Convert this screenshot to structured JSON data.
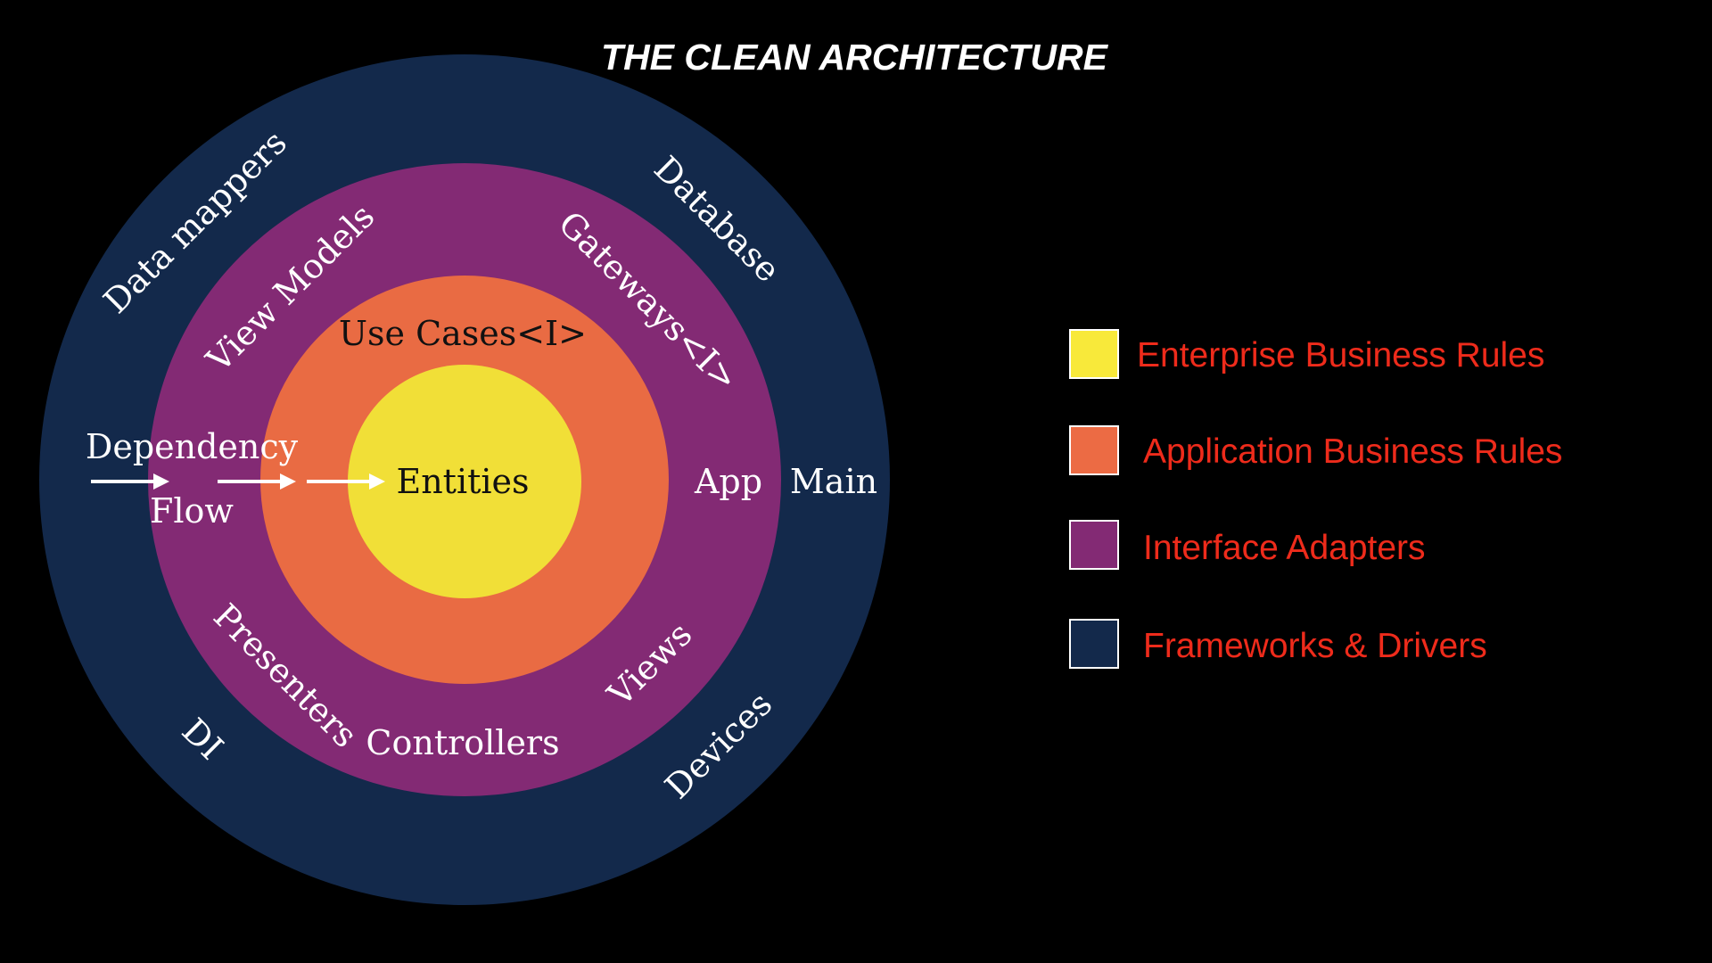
{
  "title": "THE CLEAN ARCHITECTURE",
  "colors": {
    "background": "#000000",
    "frameworks_drivers": "#13294b",
    "interface_adapters": "#832a74",
    "application_rules": "#e96b43",
    "enterprise_rules": "#f1df37",
    "legend_text": "#ee2b1b",
    "label_light": "#ffffff",
    "label_dark": "#111111",
    "legend_swatch_border": "#ffffff"
  },
  "rings": {
    "frameworks": {
      "data_mappers": "Data mappers",
      "database": "Database",
      "main": "Main",
      "devices": "Devices",
      "di": "DI"
    },
    "adapters": {
      "view_models": "View Models",
      "gateways": "Gateways<I>",
      "app": "App",
      "views": "Views",
      "controllers": "Controllers",
      "presenters": "Presenters"
    },
    "use_cases": {
      "label": "Use Cases<I>"
    },
    "entities": {
      "label": "Entities"
    }
  },
  "dependency": {
    "line1": "Dependency",
    "line2": "Flow"
  },
  "legend": [
    {
      "label": "Enterprise Business Rules",
      "color": "#f8e93a"
    },
    {
      "label": "Application Business Rules",
      "color": "#ec6b44"
    },
    {
      "label": "Interface Adapters",
      "color": "#832a74"
    },
    {
      "label": "Frameworks & Drivers",
      "color": "#13294b"
    }
  ],
  "icons": {
    "arrow": "arrow-right-icon"
  }
}
